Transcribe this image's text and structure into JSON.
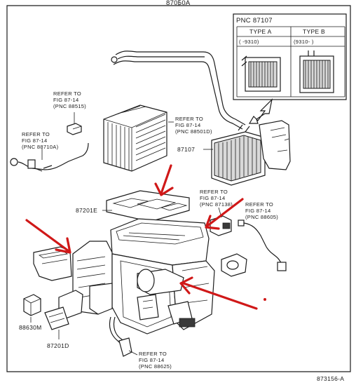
{
  "diagram": {
    "top_part_number": "87050A",
    "figure_id": "873156-A",
    "inset": {
      "pnc_label": "PNC 87107",
      "type_a": {
        "title": "TYPE A",
        "range": "(     -9310)"
      },
      "type_b": {
        "title": "TYPE B",
        "range": "(9310-       )"
      }
    },
    "labels": {
      "ref_88515": [
        "REFER TO",
        "FIG 87-14",
        "(PNC 88515)"
      ],
      "ref_88501d": [
        "REFER TO",
        "FIG 87-14",
        "(PNC 88501D)"
      ],
      "ref_88710a": [
        "REFER TO",
        "FIG 87-14",
        "(PNC 88710A)"
      ],
      "ref_87138": [
        "REFER TO",
        "FIG 87-14",
        "(PNC 87138)"
      ],
      "ref_88605": [
        "REFER TO",
        "FIG 87-14",
        "(PNC 88605)"
      ],
      "ref_88625": [
        "REFER TO",
        "FIG 87-14",
        "(PNC 88625)"
      ],
      "part_87107": "87107",
      "part_87201e": "87201E",
      "part_88630m": "88630M",
      "part_87201d": "87201D"
    },
    "arrow_color": "#d01818"
  }
}
